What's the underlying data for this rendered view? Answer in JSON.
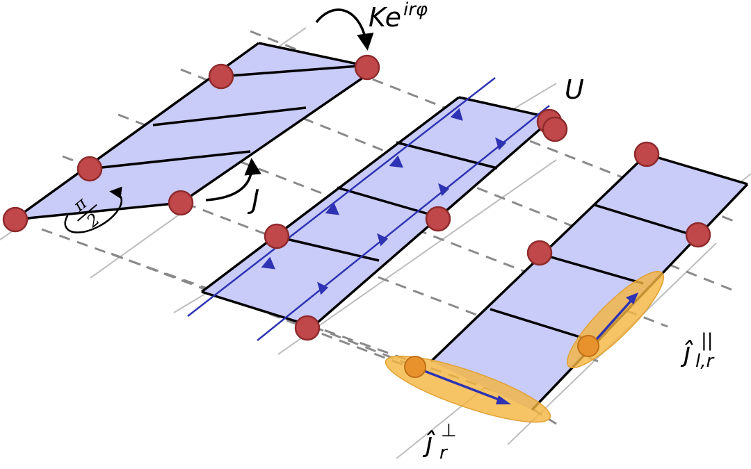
{
  "labels": {
    "hopping_k": {
      "base": "Ke",
      "exp": "irφ"
    },
    "interaction": "U",
    "hopping_j": "J",
    "flux": {
      "num": "π",
      "den": "2"
    },
    "current_parallel": {
      "base": "ĵ",
      "sub": "l,r",
      "sup": "||"
    },
    "current_perp": {
      "base": "ĵ",
      "sub": "r",
      "sup": "⊥"
    }
  },
  "colors": {
    "plaquette_fill": "#c9cbf8",
    "rail": "#000000",
    "site": "#c0484a",
    "site_stroke": "#8e2a2c",
    "current_arrow": "#2e33b3",
    "highlight": "#f4b43f",
    "highlight_site": "#e8922e",
    "dashed": "#8a8a8a"
  }
}
